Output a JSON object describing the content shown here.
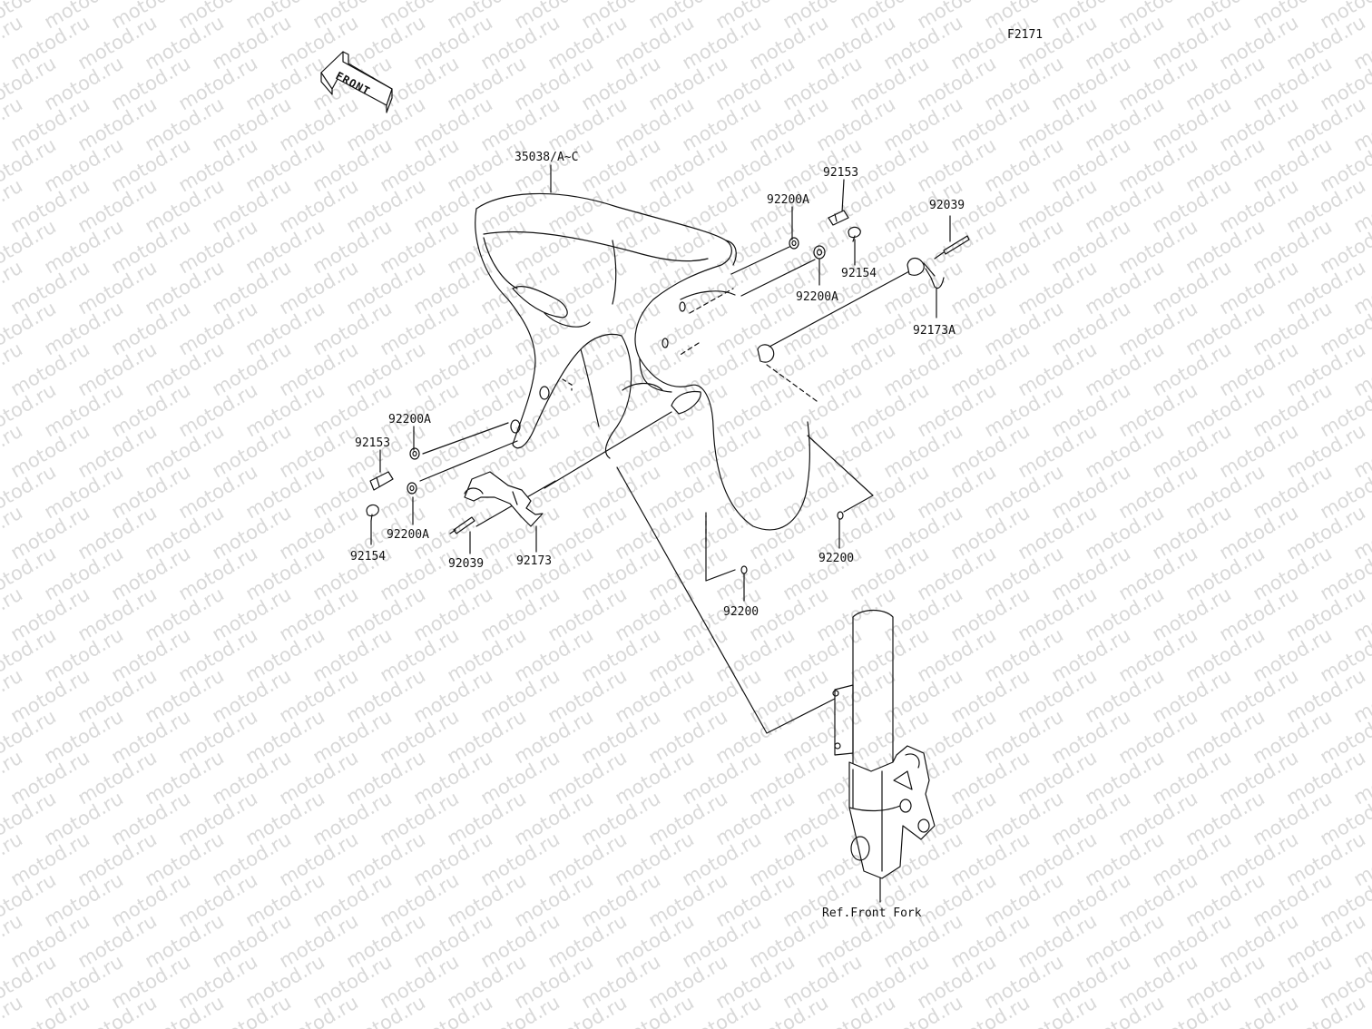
{
  "diagram_id": "F2171",
  "front_arrow_label": "FRONT",
  "watermark_text": "motod.ru",
  "reference_label": "Ref.Front Fork",
  "parts": {
    "fender": "35038/A~C",
    "washer_top_a": "92200A",
    "collar_top": "92153",
    "screw_top": "92154",
    "washer_top_b": "92200A",
    "clip_top": "92039",
    "clamp_top": "92173A",
    "washer_left_a": "92200A",
    "collar_left": "92153",
    "washer_left_b": "92200A",
    "screw_left": "92154",
    "clip_left": "92039",
    "clamp_left": "92173",
    "washer_right": "92200",
    "washer_bottom": "92200"
  },
  "colors": {
    "line": "#111111",
    "watermark": "#d9d9d9",
    "background": "#ffffff"
  }
}
